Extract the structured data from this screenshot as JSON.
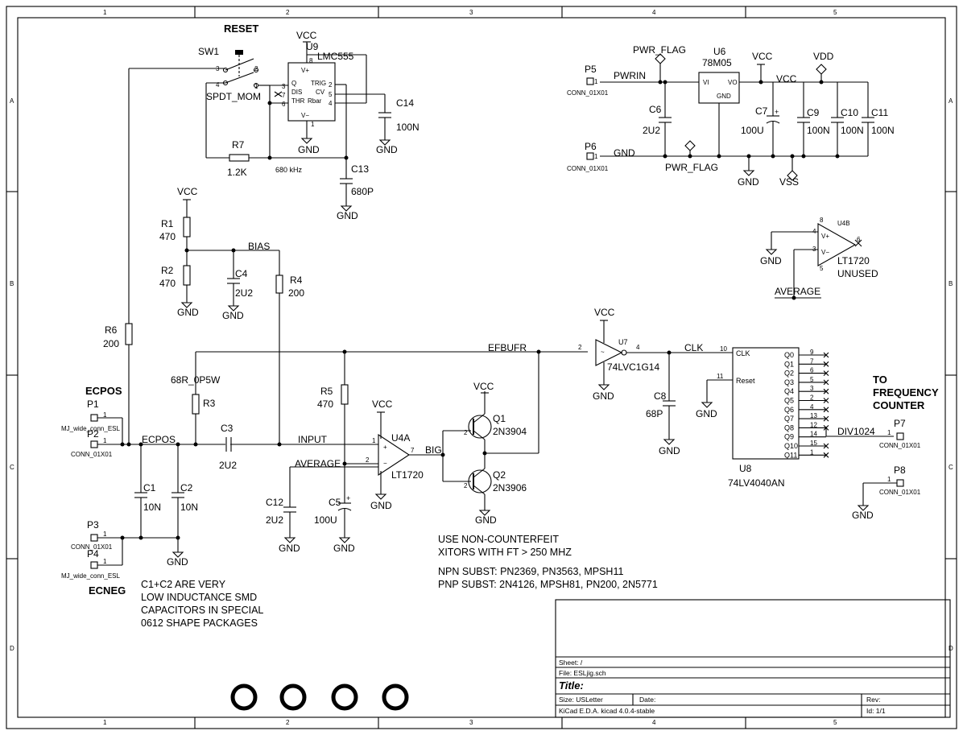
{
  "border": {
    "col_labels": [
      "1",
      "2",
      "3",
      "4",
      "5"
    ],
    "row_labels": [
      "A",
      "B",
      "C",
      "D"
    ]
  },
  "labels": {
    "reset": "RESET",
    "sw1": "SW1",
    "sw1_val": "SPDT_MOM",
    "u9": "U9",
    "u9_val": "LMC555",
    "vcc": "VCC",
    "gnd": "GND",
    "vdd": "VDD",
    "vss": "VSS",
    "r7": "R7",
    "r7_val": "1.2K",
    "freq": "680 kHz",
    "c13": "C13",
    "c13_val": "680P",
    "c14": "C14",
    "c14_val": "100N",
    "pwr_flag": "PWR_FLAG",
    "u6": "U6",
    "u6_val": "78M05",
    "p5": "P5",
    "p6": "P6",
    "conn": "CONN_01X01",
    "pwrin": "PWRIN",
    "c6": "C6",
    "c6_val": "2U2",
    "c7": "C7",
    "c7_val": "100U",
    "c9": "C9",
    "c10": "C10",
    "c11": "C11",
    "val_100n": "100N",
    "u4b": "U4B",
    "lt1720": "LT1720",
    "unused": "UNUSED",
    "average": "AVERAGE",
    "r1": "R1",
    "r2": "R2",
    "val_470": "470",
    "bias": "BIAS",
    "c4": "C4",
    "val_2u2": "2U2",
    "r4": "R4",
    "val_200": "200",
    "r6": "R6",
    "efbufr": "EFBUFR",
    "u7": "U7",
    "u7_val": "74LVC1G14",
    "clk": "CLK",
    "c8": "C8",
    "c8_val": "68P",
    "u8": "U8",
    "u8_val": "74LV4040AN",
    "reset_pin": "Reset",
    "clk_pin": "CLK",
    "q_pins": [
      "Q0",
      "Q1",
      "Q2",
      "Q3",
      "Q4",
      "Q5",
      "Q6",
      "Q7",
      "Q8",
      "Q9",
      "Q10",
      "Q11"
    ],
    "q_nums": [
      "9",
      "7",
      "6",
      "5",
      "3",
      "2",
      "4",
      "13",
      "12",
      "14",
      "15",
      "1"
    ],
    "to_freq_1": "TO",
    "to_freq_2": "FREQUENCY",
    "to_freq_3": "COUNTER",
    "div1024": "DIV1024",
    "p7": "P7",
    "p8": "P8",
    "r3_val": "68R_0P5W",
    "r3": "R3",
    "ecpos": "ECPOS",
    "ecneg": "ECNEG",
    "p1": "P1",
    "p2": "P2",
    "p3": "P3",
    "p4": "P4",
    "mj_conn": "MJ_wide_conn_ESL",
    "ecpos_net": "ECPOS",
    "c3": "C3",
    "input": "INPUT",
    "r5": "R5",
    "u4a": "U4A",
    "big": "BIG",
    "q1": "Q1",
    "q1_val": "2N3904",
    "q2": "Q2",
    "q2_val": "2N3906",
    "c1": "C1",
    "c2": "C2",
    "val_10n": "10N",
    "c12": "C12",
    "c5": "C5",
    "c5_val": "100U",
    "note_xitor_1": "USE NON-COUNTERFEIT",
    "note_xitor_2": "XITORS WITH FT > 250 MHZ",
    "note_npn": "NPN SUBST: PN2369, PN3563, MPSH11",
    "note_pnp": "PNP SUBST: 2N4126, MPSH81, PN200, 2N5771",
    "note_c1c2_1": "C1+C2 ARE VERY",
    "note_c1c2_2": "LOW INDUCTANCE SMD",
    "note_c1c2_3": "CAPACITORS IN SPECIAL",
    "note_c1c2_4": "0612 SHAPE PACKAGES"
  },
  "title_block": {
    "sheet": "Sheet: /",
    "file": "File: ESLjig.sch",
    "title": "Title:",
    "size": "Size: USLetter",
    "date": "Date:",
    "rev": "Rev:",
    "kicad": "KiCad E.D.A.  kicad 4.0.4-stable",
    "id": "Id: 1/1"
  }
}
